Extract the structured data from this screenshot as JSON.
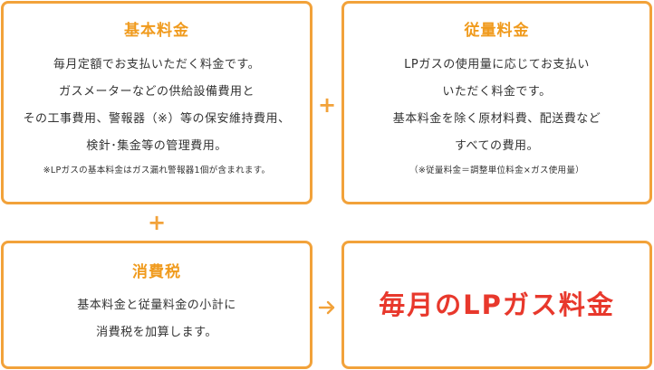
{
  "accent_color": "#f2a23a",
  "total_color": "#e8382c",
  "basic_fee": {
    "title": "基本料金",
    "lines": [
      "毎月定額でお支払いただく料金です。",
      "ガスメーターなどの供給設備費用と",
      "その工事費用、警報器（※）等の保安維持費用、",
      "検針･集金等の管理費用。"
    ],
    "note": "※LPガスの基本料金はガス漏れ警報器1個が含まれます。"
  },
  "usage_fee": {
    "title": "従量料金",
    "lines": [
      "LPガスの使用量に応じてお支払い",
      "いただく料金です。",
      "基本料金を除く原材料費、配送費など",
      "すべての費用。"
    ],
    "note": "（※従量料金＝調整単位料金×ガス使用量）"
  },
  "tax": {
    "title": "消費税",
    "lines": [
      "基本料金と従量料金の小計に",
      "消費税を加算します。"
    ]
  },
  "total": {
    "label": "毎月のLPガス料金"
  },
  "operators": {
    "plus_right": "+",
    "plus_down": "+",
    "arrow_icon": "arrow-right-icon"
  }
}
